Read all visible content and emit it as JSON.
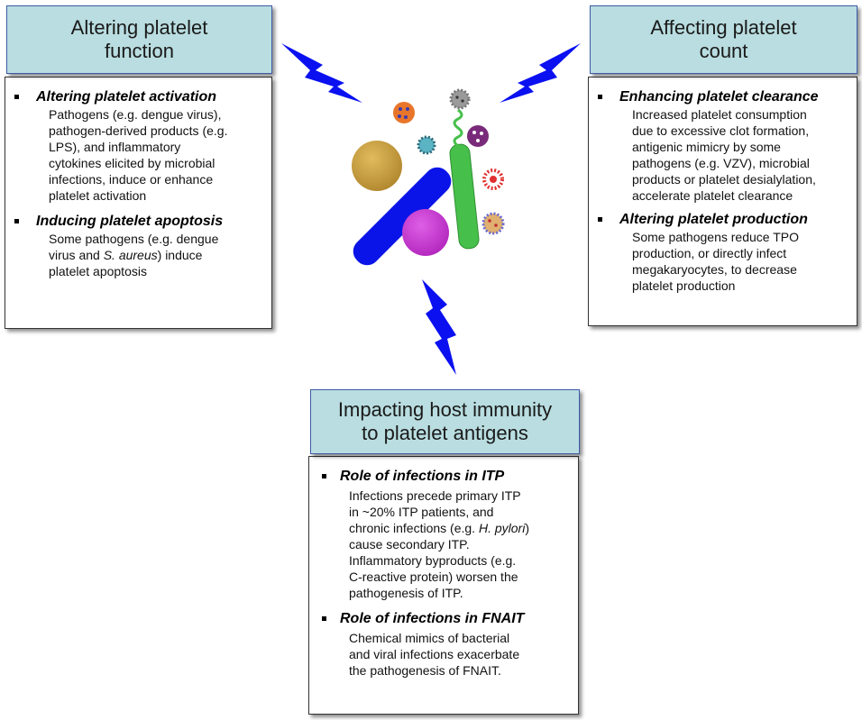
{
  "panels": {
    "left": {
      "title": [
        "Altering platelet",
        "function"
      ],
      "items": [
        {
          "heading": "Altering platelet activation",
          "lines": [
            [
              "Pathogens (e.g. dengue virus),"
            ],
            [
              "pathogen-derived products (e.g."
            ],
            [
              "LPS), and inflammatory"
            ],
            [
              "cytokines elicited by microbial"
            ],
            [
              "infections, induce or enhance"
            ],
            [
              "platelet activation"
            ]
          ]
        },
        {
          "heading": "Inducing platelet apoptosis",
          "lines": [
            [
              "Some pathogens (e.g. dengue"
            ],
            [
              "virus and ",
              "S. aureus",
              ") induce"
            ],
            [
              "platelet apoptosis"
            ]
          ]
        }
      ]
    },
    "right": {
      "title": [
        "Affecting platelet",
        "count"
      ],
      "items": [
        {
          "heading": "Enhancing platelet clearance",
          "lines": [
            [
              "Increased platelet consumption"
            ],
            [
              "due to excessive clot formation,"
            ],
            [
              "antigenic mimicry by some"
            ],
            [
              "pathogens (e.g. VZV), microbial"
            ],
            [
              "products or platelet desialylation,"
            ],
            [
              "accelerate platelet clearance"
            ]
          ]
        },
        {
          "heading": "Altering platelet production",
          "lines": [
            [
              "Some pathogens reduce TPO"
            ],
            [
              "production, or directly infect"
            ],
            [
              "megakaryocytes, to decrease"
            ],
            [
              "platelet production"
            ]
          ]
        }
      ]
    },
    "bottom": {
      "title": [
        "Impacting host immunity",
        "to platelet antigens"
      ],
      "items": [
        {
          "heading": "Role of infections in ITP",
          "lines": [
            [
              "Infections precede primary ITP"
            ],
            [
              "in ~20% ITP patients, and"
            ],
            [
              "chronic infections (e.g. ",
              "H. pylori",
              ")"
            ],
            [
              "cause secondary ITP."
            ],
            [
              "Inflammatory byproducts (e.g."
            ],
            [
              "C-reactive protein) worsen the"
            ],
            [
              "pathogenesis of ITP."
            ]
          ]
        },
        {
          "heading": "Role of infections in FNAIT",
          "lines": [
            [
              "Chemical mimics of bacterial"
            ],
            [
              "and viral infections exacerbate"
            ],
            [
              "the pathogenesis of FNAIT."
            ]
          ]
        }
      ]
    }
  },
  "colors": {
    "title_fill": "#b9dde0",
    "title_border": "#3d5ba8",
    "bolt": "#0a10f0",
    "rod_blue": "#0a14e8",
    "rod_green": "#46c04a",
    "circle_gold": "#c9a040",
    "circle_magenta": "#c83ad0"
  }
}
